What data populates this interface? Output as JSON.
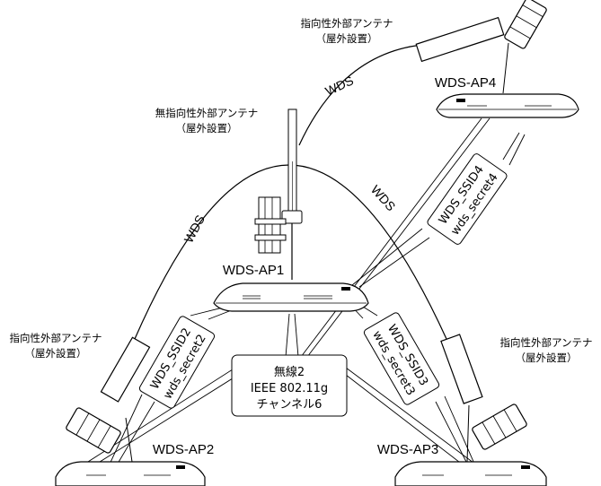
{
  "access_points": {
    "ap1": "WDS-AP1",
    "ap2": "WDS-AP2",
    "ap3": "WDS-AP3",
    "ap4": "WDS-AP4"
  },
  "links": {
    "ap1_ap2": "WDS",
    "ap1_ap3": "WDS",
    "ap1_ap4": "WDS"
  },
  "antennas": {
    "ap1": {
      "line1": "無指向性外部アンテナ",
      "line2": "（屋外設置）"
    },
    "ap2": {
      "line1": "指向性外部アンテナ",
      "line2": "（屋外設置）"
    },
    "ap3": {
      "line1": "指向性外部アンテナ",
      "line2": "（屋外設置）"
    },
    "ap4": {
      "line1": "指向性外部アンテナ",
      "line2": "（屋外設置）"
    }
  },
  "callouts": {
    "ap2": {
      "ssid": "WDS_SSID2",
      "secret": "wds_secret2"
    },
    "ap3": {
      "ssid": "WDS_SSID3",
      "secret": "wds_secret3"
    },
    "ap4": {
      "ssid": "WDS_SSID4",
      "secret": "wds_secret4"
    },
    "radio": {
      "line1": "無線2",
      "line2": "IEEE 802.11g",
      "line3": "チャンネル6"
    }
  }
}
